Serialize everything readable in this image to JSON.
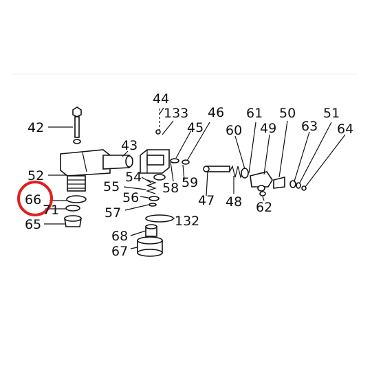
{
  "diagram": {
    "highlight_color": "#e02020",
    "highlighted_label": "66",
    "part_numbers": [
      "42",
      "52",
      "66",
      "71",
      "65",
      "43",
      "44",
      "133",
      "45",
      "46",
      "54",
      "55",
      "56",
      "57",
      "58",
      "59",
      "132",
      "68",
      "67",
      "60",
      "61",
      "50",
      "51",
      "49",
      "63",
      "64",
      "47",
      "48",
      "62"
    ]
  }
}
